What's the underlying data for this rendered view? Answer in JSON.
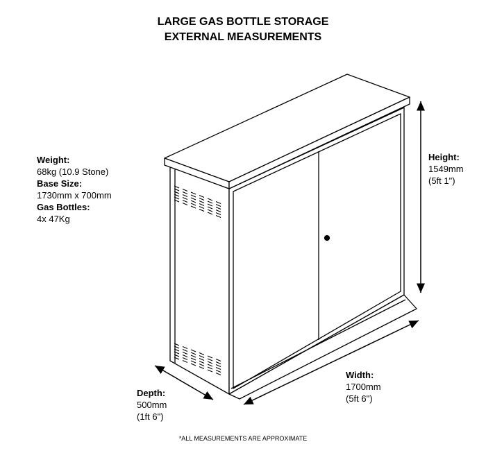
{
  "title": {
    "line1": "LARGE GAS BOTTLE STORAGE",
    "line2": "EXTERNAL MEASUREMENTS"
  },
  "specs": {
    "weight_label": "Weight:",
    "weight_value": "68kg (10.9 Stone)",
    "base_label": "Base Size:",
    "base_value": "1730mm x 700mm",
    "bottles_label": "Gas Bottles:",
    "bottles_value": "4x 47Kg"
  },
  "height": {
    "label": "Height:",
    "mm": "1549mm",
    "imperial": "(5ft 1\")"
  },
  "width": {
    "label": "Width:",
    "mm": "1700mm",
    "imperial": "(5ft 6\")"
  },
  "depth": {
    "label": "Depth:",
    "mm": "500mm",
    "imperial": "(1ft 6\")"
  },
  "note": "*ALL MEASUREMENTS ARE APPROXIMATE"
}
